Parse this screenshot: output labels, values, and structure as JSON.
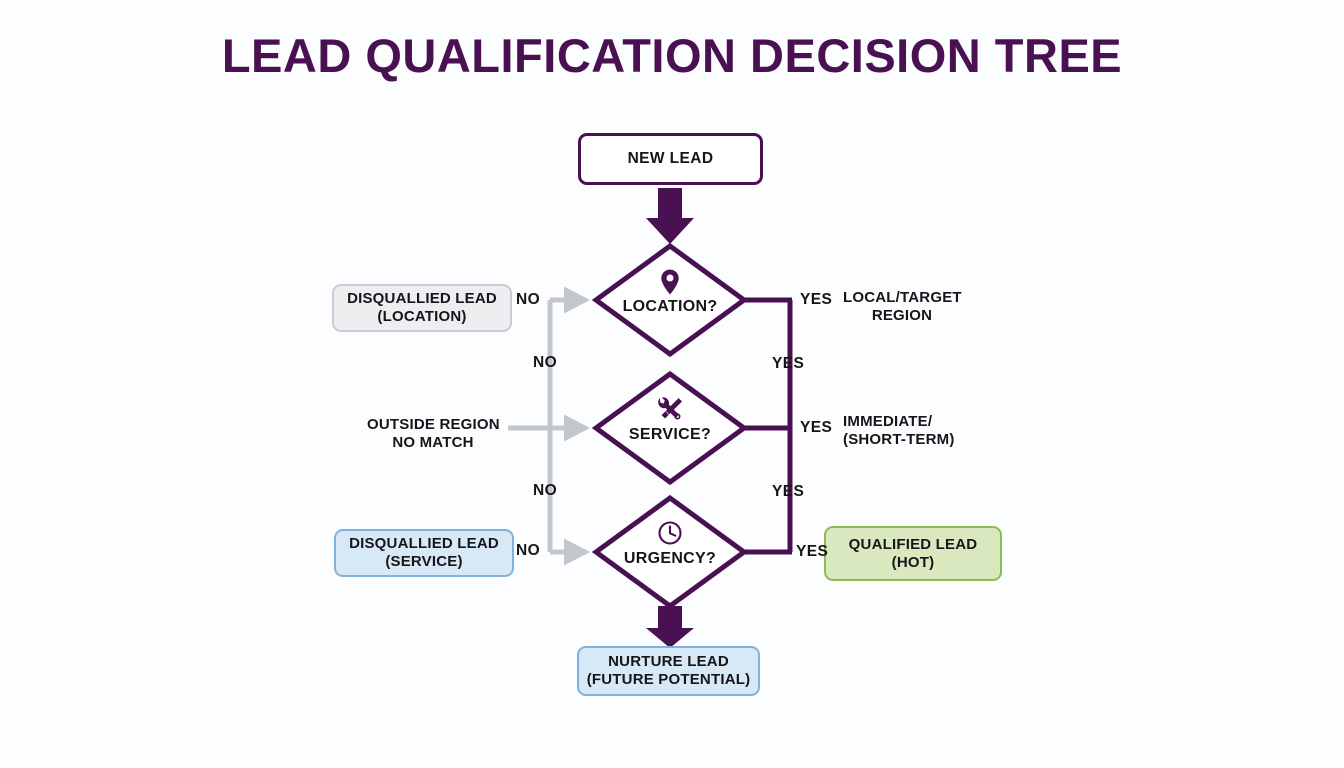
{
  "diagram": {
    "title": "LEAD QUALIFICATION DECISION TREE",
    "type": "decision-tree-flowchart",
    "colors": {
      "background": "#fcfdfe",
      "primary_purple": "#4a1152",
      "line_gray": "#c3c6ca",
      "text_dark": "#16161a",
      "gray_box_fill": "#eceef0",
      "gray_box_border": "#c9ccd1",
      "blue_box_fill": "#d7e8f7",
      "blue_box_border": "#7fb2dd",
      "green_box_fill": "#d9e8bf",
      "green_box_border": "#8dbb52"
    }
  },
  "nodes": {
    "start": {
      "label": "NEW LEAD",
      "shape": "rounded-rectangle",
      "style": "outline-purple"
    },
    "decision_location": {
      "label": "LOCATION?",
      "icon": "map-pin-icon",
      "shape": "diamond"
    },
    "decision_service": {
      "label": "SERVICE?",
      "icon": "tools-icon",
      "shape": "diamond"
    },
    "decision_urgency": {
      "label": "URGENCY?",
      "icon": "clock-icon",
      "shape": "diamond"
    },
    "disqualified_location": {
      "line1": "DISQUALLIED LEAD",
      "line2": "(LOCATION)",
      "shape": "rounded-rectangle",
      "style": "gray"
    },
    "disqualified_service": {
      "line1": "DISQUALLIED LEAD",
      "line2": "(SERVICE)",
      "shape": "rounded-rectangle",
      "style": "blue"
    },
    "qualified_hot": {
      "line1": "QUALIFIED LEAD",
      "line2": "(HOT)",
      "shape": "rounded-rectangle",
      "style": "green"
    },
    "nurture": {
      "line1": "NURTURE LEAD",
      "line2": "(FUTURE POTENTIAL)",
      "shape": "rounded-rectangle",
      "style": "blue"
    }
  },
  "edges": {
    "no_location": "NO",
    "no_mid_upper": "NO",
    "no_service": "NO",
    "no_mid_lower": "NO",
    "yes_location": "YES",
    "yes_mid_upper": "YES",
    "yes_service": "YES",
    "yes_mid_lower": "YES",
    "yes_urgency": "YES"
  },
  "annotations": {
    "location_yes": {
      "line1": "LOCAL/TARGET",
      "line2": "REGION"
    },
    "service_no": {
      "line1": "OUTSIDE REGION",
      "line2": "NO MATCH"
    },
    "service_yes": {
      "line1": "IMMEDIATE/",
      "line2": "(SHORT-TERM)"
    }
  }
}
